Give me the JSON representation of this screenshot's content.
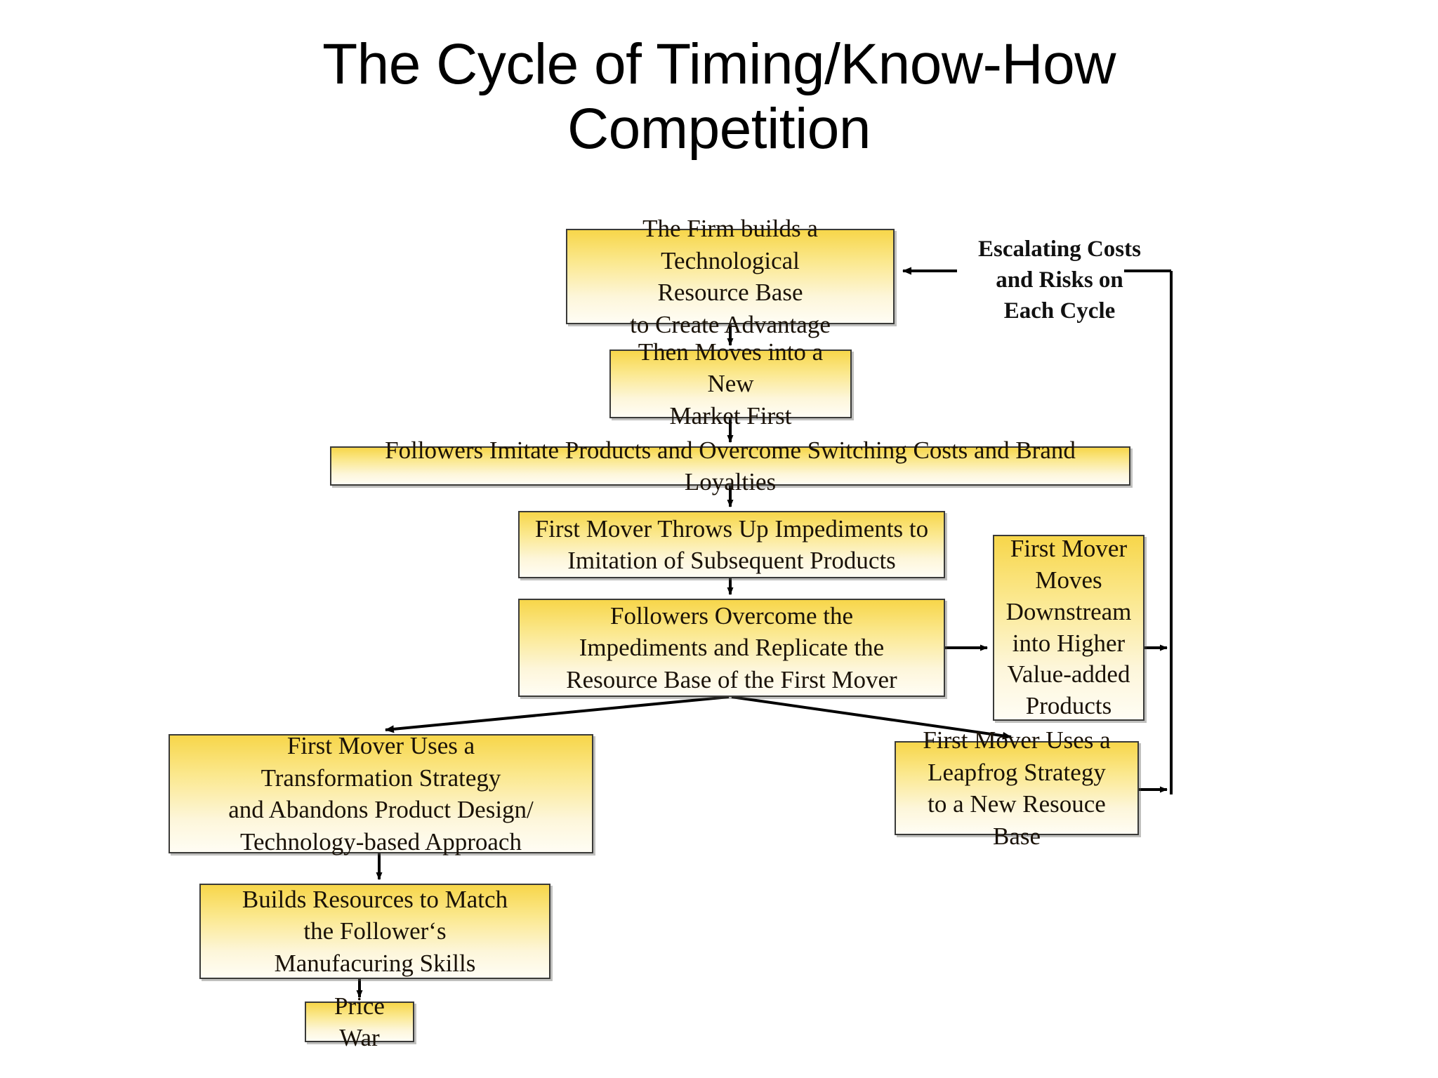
{
  "slide": {
    "title": "The Cycle of Timing/Know-How\nCompetition",
    "background_color": "#ffffff"
  },
  "theme": {
    "box_fill_top": "#f7d64a",
    "box_fill_bottom": "#fffdf4",
    "box_border": "#3a3a38",
    "box_shadow": "#5a5a55",
    "text_color": "#1a1208",
    "connector_color": "#000000"
  },
  "diagram": {
    "type": "flowchart",
    "nodes": [
      {
        "id": "firm",
        "label": "The Firm builds a Technological\nResource Base\nto Create Advantage"
      },
      {
        "id": "moves",
        "label": "Then Moves into a New\nMarket First"
      },
      {
        "id": "followers",
        "label": "Followers Imitate Products and Overcome Switching Costs and Brand Loyalties"
      },
      {
        "id": "impede",
        "label": "First Mover Throws Up Impediments to\nImitation of Subsequent Products"
      },
      {
        "id": "overcome",
        "label": "Followers Overcome the\nImpediments and Replicate the\nResource Base of the First Mover"
      },
      {
        "id": "down",
        "label": "First Mover\nMoves\nDownstream\ninto Higher\nValue-added\nProducts"
      },
      {
        "id": "transform",
        "label": "First Mover Uses a\nTransformation Strategy\nand Abandons Product Design/\nTechnology-based Approach"
      },
      {
        "id": "leapfrog",
        "label": "First Mover Uses a\nLeapfrog Strategy\nto a New Resouce Base"
      },
      {
        "id": "builds",
        "label": "Builds Resources to Match\nthe Follower‘s\nManufacuring Skills"
      },
      {
        "id": "price",
        "label": "Price War"
      }
    ],
    "annotations": [
      {
        "id": "escalating",
        "label": "Escalating Costs\nand Risks on\nEach Cycle"
      }
    ],
    "edges": [
      {
        "from": "firm",
        "to": "moves",
        "style": "straight-down"
      },
      {
        "from": "moves",
        "to": "followers",
        "style": "straight-down"
      },
      {
        "from": "followers",
        "to": "impede",
        "style": "straight-down"
      },
      {
        "from": "impede",
        "to": "overcome",
        "style": "straight-down"
      },
      {
        "from": "overcome",
        "to": "down",
        "style": "straight-right"
      },
      {
        "from": "overcome",
        "to": "transform",
        "style": "diagonal-left"
      },
      {
        "from": "overcome",
        "to": "leapfrog",
        "style": "diagonal-right"
      },
      {
        "from": "transform",
        "to": "builds",
        "style": "straight-down"
      },
      {
        "from": "builds",
        "to": "price",
        "style": "straight-down"
      },
      {
        "from": "down",
        "to": "feedback-bus",
        "style": "straight-right"
      },
      {
        "from": "leapfrog",
        "to": "feedback-bus",
        "style": "straight-right"
      },
      {
        "from": "feedback-bus",
        "to": "firm",
        "style": "loop-back-top"
      }
    ]
  }
}
